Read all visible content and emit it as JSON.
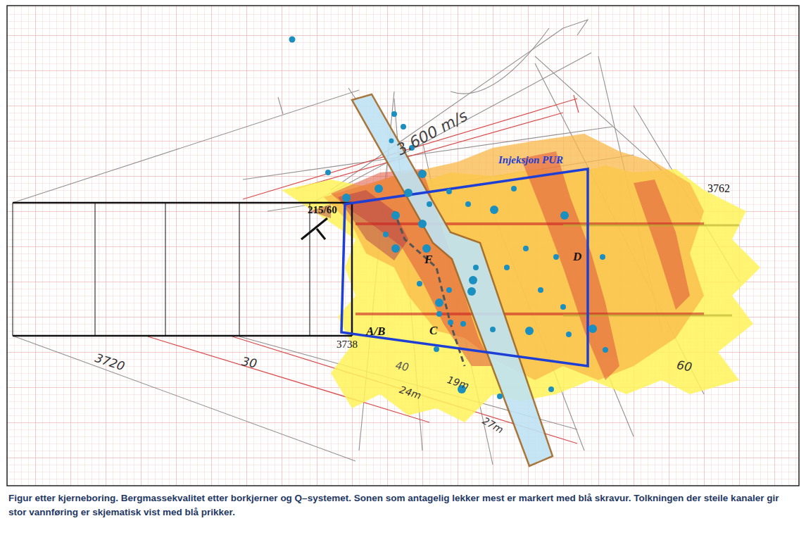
{
  "diagram": {
    "caption": "Figur etter kjerneboring. Bergmassekvalitet etter borkjerner og Q–systemet. Sonen som antagelig lekker mest er markert med blå skravur. Tolkningen der steile kanaler gir stor vannføring er skjematisk vist med blå prikker.",
    "labels": [
      "3.600 m/s",
      "Injeksjon PUR",
      "3762",
      "215/60",
      "F",
      "D",
      "A/B",
      "C",
      "3738",
      "3720",
      "30",
      "40",
      "60",
      "24m",
      "19m",
      "27m"
    ]
  }
}
